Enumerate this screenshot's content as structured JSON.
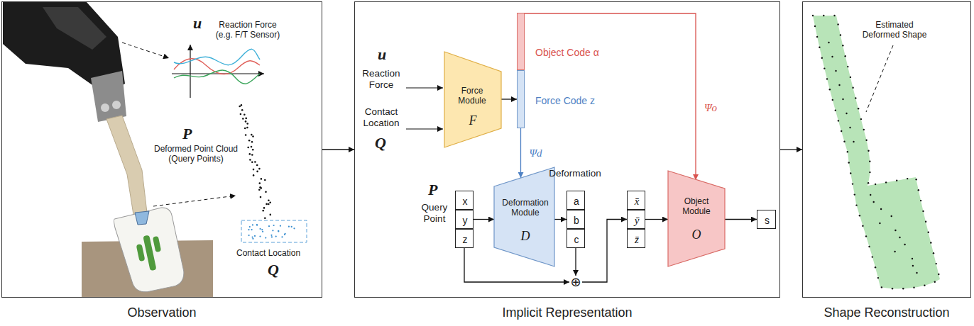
{
  "diagram": {
    "nodes": [
      {
        "text": [
          "Observation"
        ]
      },
      {
        "text": [
          "Implicit Representation"
        ]
      },
      {
        "text": [
          "Shape Reconstruction"
        ]
      },
      {
        "text": [
          "Force Module",
          "F"
        ],
        "in": 1
      },
      {
        "text": [
          "Object Code α"
        ],
        "in": 1
      },
      {
        "text": [
          "Force Code z"
        ],
        "in": 1
      },
      {
        "text": [
          "x"
        ],
        "in": 1
      },
      {
        "text": [
          "y"
        ],
        "in": 1
      },
      {
        "text": [
          "z"
        ],
        "in": 1
      },
      {
        "text": [
          "Deformation Module",
          "D"
        ],
        "in": 1
      },
      {
        "text": [
          "a"
        ],
        "in": 1
      },
      {
        "text": [
          "b"
        ],
        "in": 1
      },
      {
        "text": [
          "c"
        ],
        "in": 1
      },
      {
        "text": [
          "⊕"
        ],
        "in": 1
      },
      {
        "text": [
          "x̄"
        ],
        "in": 1
      },
      {
        "text": [
          "ȳ"
        ],
        "in": 1
      },
      {
        "text": [
          "z̄"
        ],
        "in": 1
      },
      {
        "text": [
          "Object Module",
          "O"
        ],
        "in": 1
      },
      {
        "text": [
          "s"
        ],
        "in": 1
      }
    ],
    "edges": [
      {
        "from": 0,
        "to": 1,
        "arrow": "to"
      },
      {
        "from": 1,
        "to": 2,
        "arrow": "to"
      },
      {
        "from": 3,
        "to": 5,
        "arrow": "to"
      },
      {
        "from": 5,
        "to": 9,
        "arrow": "to",
        "label": "Ψd"
      },
      {
        "from": 4,
        "to": 17,
        "arrow": "to",
        "label": "Ψo"
      },
      {
        "from": 7,
        "to": 9,
        "arrow": "to"
      },
      {
        "from": 9,
        "to": 11,
        "arrow": "to"
      },
      {
        "from": 8,
        "to": 13,
        "arrow": "to"
      },
      {
        "from": 12,
        "to": 13,
        "arrow": "to"
      },
      {
        "from": 13,
        "to": 15,
        "arrow": "to"
      },
      {
        "from": 15,
        "to": 17,
        "arrow": "to"
      },
      {
        "from": 17,
        "to": 18,
        "arrow": "to"
      }
    ],
    "labels": [
      "u",
      "Reaction Force (e.g. F/T Sensor)",
      "P",
      "Deformed Point Cloud (Query Points)",
      "Contact Location",
      "Q",
      "u",
      "Reaction Force",
      "Contact Location",
      "Q",
      "P",
      "Query Point",
      "Deformation",
      "Estimated Deformed Shape"
    ]
  }
}
